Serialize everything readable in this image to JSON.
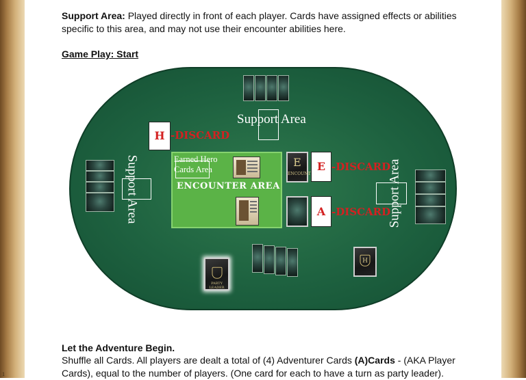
{
  "page": {
    "number": "1"
  },
  "support_paragraph": {
    "term": "Support Area:",
    "text": " Played directly in front of each player. Cards have assigned effects or abilities specific to this area, and may not use their encounter abilities here."
  },
  "gameplay_heading": "Game Play: Start",
  "diagram": {
    "support_area_label": "Support Area",
    "encounter_label": "ENCOUNTER AREA",
    "earned_hero_label": "Earned Hero Cards Area",
    "h_card_letter": "H",
    "h_discard": "-DISCARD",
    "e_card_letter": "E",
    "e_discard": "-DISCARD",
    "a_card_letter": "A",
    "a_discard": "-DISCARD",
    "encounter_card_letter": "E",
    "encounter_card_word": "ENCOUNTER",
    "party_leader_card": "PARTY LEADER",
    "hero_card_letter": "H"
  },
  "adventure": {
    "heading": "Let the Adventure Begin.",
    "line1_text": "Shuffle all Cards. All  players are dealt a total of (4) Adventurer Cards ",
    "line1_bold": "(A)Cards",
    "line1_tail": " - (AKA Player",
    "line2": "Cards), equal to the number of players. (One card for each to have a turn as party leader)."
  }
}
